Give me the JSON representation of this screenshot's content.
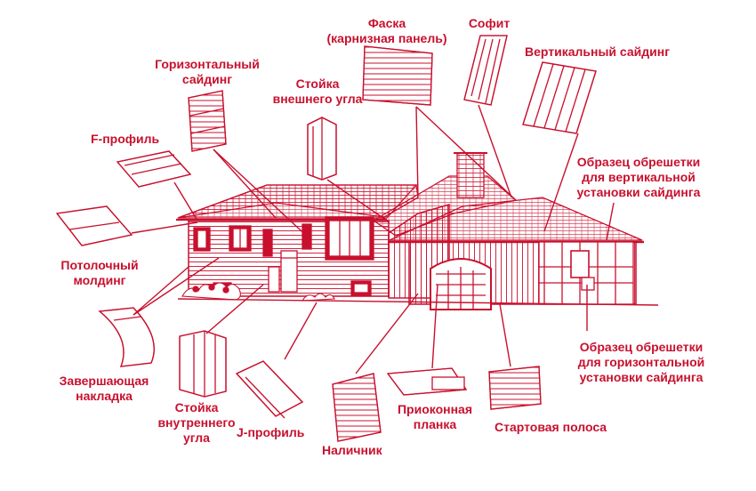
{
  "colors": {
    "accent": "#c8102e",
    "background": "#ffffff"
  },
  "labels": {
    "faska": {
      "line1": "Фаска",
      "line2": "(карнизная панель)"
    },
    "sofit": "Софит",
    "vertical_siding": "Вертикальный сайдинг",
    "horizontal_siding": {
      "line1": "Горизонтальный",
      "line2": "сайдинг"
    },
    "outer_corner": {
      "line1": "Стойка",
      "line2": "внешнего угла"
    },
    "f_profile": "F-профиль",
    "battens_vertical": {
      "line1": "Образец обрешетки",
      "line2": "для вертикальной",
      "line3": "установки сайдинга"
    },
    "ceiling_molding": {
      "line1": "Потолочный",
      "line2": "молдинг"
    },
    "battens_horizontal": {
      "line1": "Образец обрешетки",
      "line2": "для горизонтальной",
      "line3": "установки сайдинга"
    },
    "finishing_trim": {
      "line1": "Завершающая",
      "line2": "накладка"
    },
    "inner_corner": {
      "line1": "Стойка",
      "line2": "внутреннего",
      "line3": "угла"
    },
    "j_profile": "J-профиль",
    "window_strip": {
      "line1": "Приоконная",
      "line2": "планка"
    },
    "starter_strip": "Стартовая полоса",
    "casing": "Наличник"
  }
}
